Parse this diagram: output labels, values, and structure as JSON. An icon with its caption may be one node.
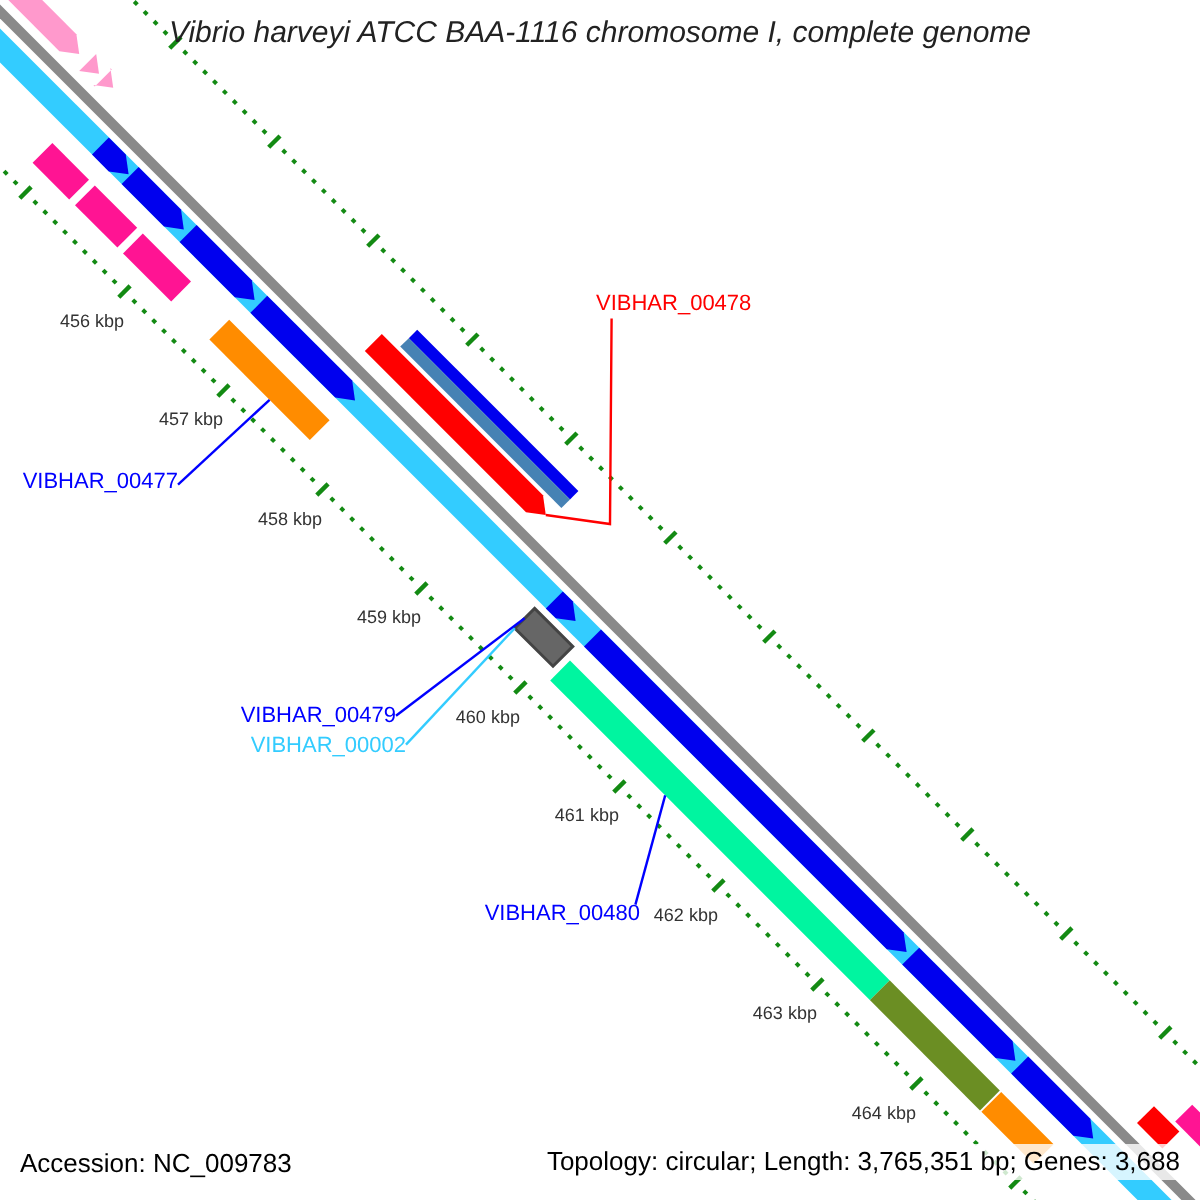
{
  "diagram": {
    "title": "Vibrio harveyi ATCC BAA-1116 chromosome I, complete genome",
    "nodes": [
      {
        "text": [
          "VIBHAR_00478"
        ]
      },
      {
        "text": [],
        "shape": "bar"
      },
      {
        "text": [
          "VIBHAR_00477"
        ]
      },
      {
        "text": [],
        "shape": "bar"
      },
      {
        "text": [
          "VIBHAR_00479"
        ]
      },
      {
        "text": [],
        "shape": "box"
      },
      {
        "text": [
          "VIBHAR_00002"
        ]
      },
      {
        "text": [
          "VIBHAR_00480"
        ]
      },
      {
        "text": [],
        "shape": "bar"
      }
    ],
    "edges": [
      {
        "from": 0,
        "to": 1,
        "arrow": "none",
        "color": "#ff0000"
      },
      {
        "from": 2,
        "to": 3,
        "arrow": "none"
      },
      {
        "from": 4,
        "to": 5,
        "arrow": "none"
      },
      {
        "from": 6,
        "to": 5,
        "arrow": "none",
        "color": "#33ccff"
      },
      {
        "from": 7,
        "to": 8,
        "arrow": "none"
      }
    ],
    "labels": [
      "456 kbp",
      "457 kbp",
      "458 kbp",
      "459 kbp",
      "460 kbp",
      "461 kbp",
      "462 kbp",
      "463 kbp",
      "464 kbp",
      "Accession: NC_009783",
      "Topology: circular; Length: 3,765,351 bp; Genes: 3,688"
    ]
  }
}
